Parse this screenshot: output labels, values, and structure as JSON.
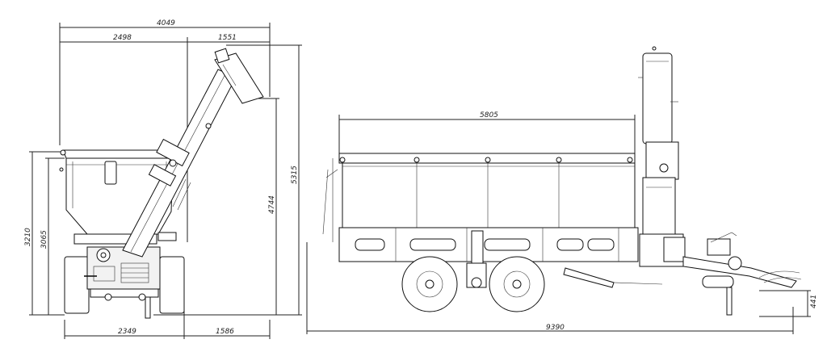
{
  "dimensions": {
    "front_total_width": "4049",
    "front_upper_left": "2498",
    "front_upper_right": "1551",
    "front_bottom_left": "2349",
    "front_bottom_right": "1586",
    "front_height_outer": "3210",
    "front_height_inner": "3065",
    "front_height_auger": "4744",
    "front_height_total": "5315",
    "side_box_length": "5805",
    "side_total_length": "9390",
    "side_drawbar_height": "441"
  }
}
